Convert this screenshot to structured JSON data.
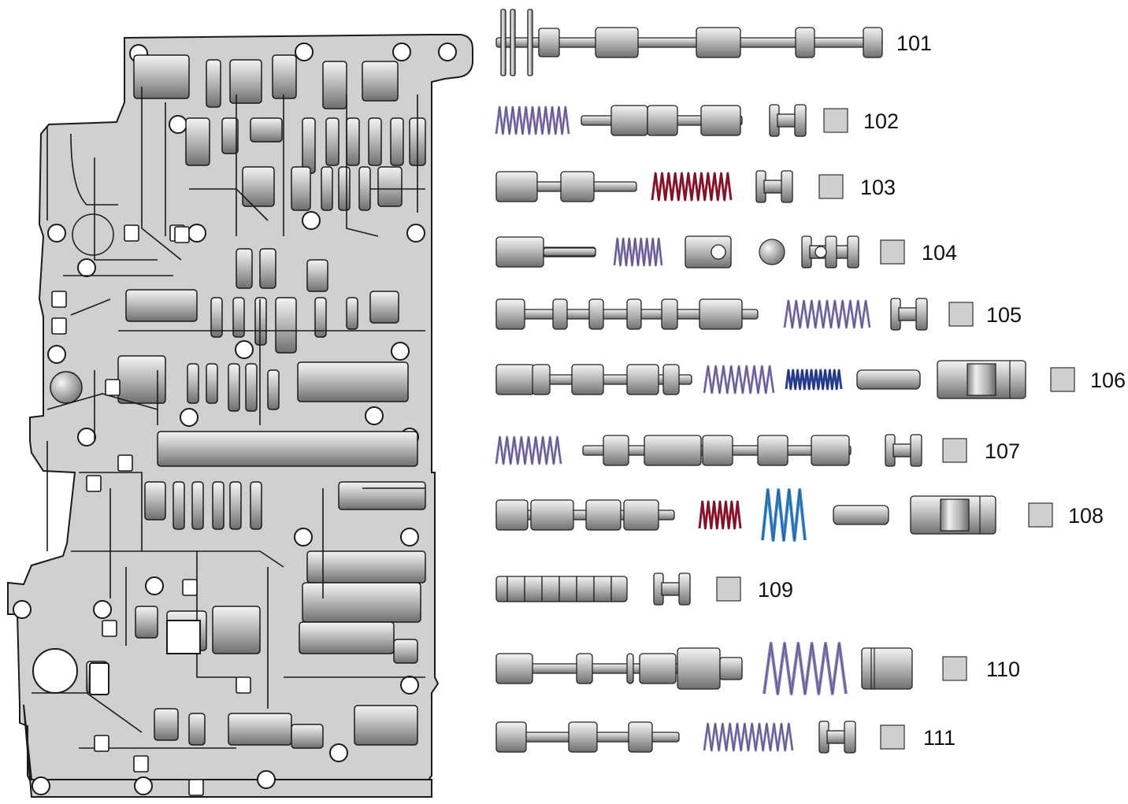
{
  "diagram": {
    "colors": {
      "background": "#ffffff",
      "plate_fill": "#d0d0d0",
      "plate_stroke": "#1a1a1a",
      "metal_light": "#f2f2f2",
      "metal_mid": "#b9b9b9",
      "metal_dark": "#6d6d6d",
      "spring_violet": "#8e7fc0",
      "spring_blue": "#2f47a8",
      "spring_red": "#a01530",
      "spring_cyan": "#3a8ad0",
      "marker_square": "#cfcfcf"
    },
    "parts": [
      {
        "label": "101",
        "components": [
          "valve",
          "valve"
        ],
        "has_square": false
      },
      {
        "label": "102",
        "components": [
          "spring-violet",
          "valve",
          "plug"
        ],
        "has_square": true
      },
      {
        "label": "103",
        "components": [
          "valve",
          "spring-red",
          "plug"
        ],
        "has_square": true
      },
      {
        "label": "104",
        "components": [
          "valve",
          "spring-violet",
          "sleeve",
          "ball",
          "plug"
        ],
        "has_square": true
      },
      {
        "label": "105",
        "components": [
          "valve",
          "spring-violet",
          "plug"
        ],
        "has_square": true
      },
      {
        "label": "106",
        "components": [
          "valve",
          "spring-violet",
          "spring-blue",
          "pin",
          "sleeve"
        ],
        "has_square": true
      },
      {
        "label": "107",
        "components": [
          "spring-violet",
          "valve",
          "plug"
        ],
        "has_square": true
      },
      {
        "label": "108",
        "components": [
          "valve",
          "spring-red",
          "spring-cyan",
          "pin",
          "sleeve"
        ],
        "has_square": true
      },
      {
        "label": "109",
        "components": [
          "valve",
          "plug"
        ],
        "has_square": true
      },
      {
        "label": "110",
        "components": [
          "valve",
          "spring-violet",
          "sleeve"
        ],
        "has_square": true
      },
      {
        "label": "111",
        "components": [
          "valve",
          "spring-violet",
          "plug"
        ],
        "has_square": true
      }
    ]
  }
}
